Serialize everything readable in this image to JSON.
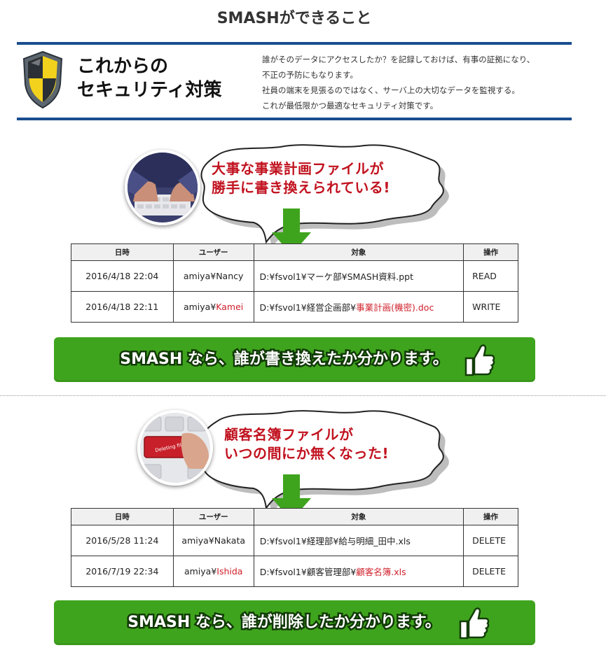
{
  "title": "SMASHができること",
  "banner": {
    "title_lines": [
      "これからの",
      "セキュリティ対策"
    ],
    "desc_lines": [
      "誰がそのデータにアクセスしたか？を記録しておけば、有事の証拠になり、",
      "不正の予防にもなります。",
      "社員の端末を見張るのではなく、サーバ上の大切なデータを監視する。",
      "これが最低限かつ最適なセキュリティ対策です。"
    ],
    "icon": "shield-icon",
    "accent_color": "#1a4d8f"
  },
  "table_headers": {
    "date": "日時",
    "user": "ユーザー",
    "target": "対象",
    "op": "操作"
  },
  "scenarios": [
    {
      "bubble_lines": [
        "大事な事業計画ファイルが",
        "勝手に書き換えられている!"
      ],
      "rows": [
        {
          "date": "2016/4/18 22:04",
          "user_prefix": "amiya¥",
          "user_name": "Nancy",
          "target_prefix": "D:¥fsvol1¥マーケ部¥SMASH資料.ppt",
          "target_highlight": "",
          "op": "READ"
        },
        {
          "date": "2016/4/18 22:11",
          "user_prefix": "amiya¥",
          "user_name": "Kamei",
          "target_prefix": "D:¥fsvol1¥経営企画部¥",
          "target_highlight": "事業計画(機密).doc",
          "op": "WRITE"
        }
      ],
      "result": "SMASH なら、誰が書き換えたか分かります。"
    },
    {
      "bubble_lines": [
        "顧客名簿ファイルが",
        "いつの間にか無くなった!"
      ],
      "photo_key_label": "Deleting files",
      "rows": [
        {
          "date": "2016/5/28 11:24",
          "user_prefix": "amiya¥",
          "user_name": "Nakata",
          "target_prefix": "D:¥fsvol1¥経理部¥給与明細_田中.xls",
          "target_highlight": "",
          "op": "DELETE"
        },
        {
          "date": "2016/7/19 22:34",
          "user_prefix": "amiya¥",
          "user_name": "Ishida",
          "target_prefix": "D:¥fsvol1¥顧客管理部¥",
          "target_highlight": "顧客名簿.xls",
          "op": "DELETE"
        }
      ],
      "result": "SMASH なら、誰が削除したか分かります。"
    }
  ],
  "colors": {
    "highlight_red": "#d0202b",
    "bubble_red": "#c1121f",
    "green": "#3fa41d"
  }
}
